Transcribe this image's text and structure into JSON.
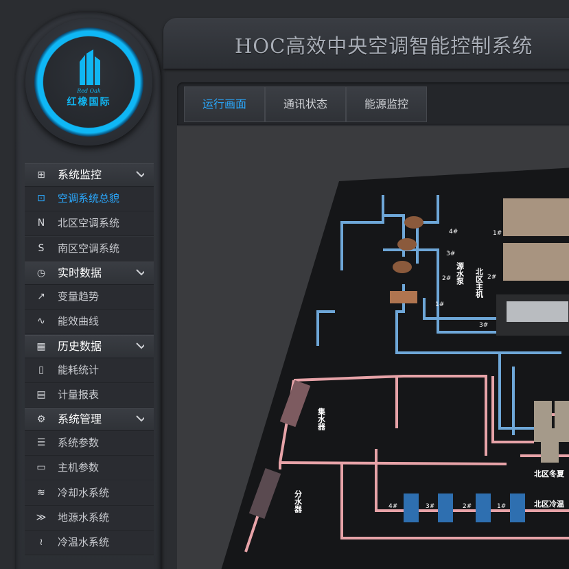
{
  "logo": {
    "en": "Red Oak",
    "cn": "红橡国际"
  },
  "header": {
    "title": "HOC高效中央空调智能控制系统"
  },
  "tabs": [
    {
      "label": "运行画面",
      "active": true
    },
    {
      "label": "通讯状态"
    },
    {
      "label": "能源监控"
    }
  ],
  "menu": [
    {
      "type": "group",
      "label": "系统监控",
      "icon": "monitor-icon"
    },
    {
      "type": "item",
      "label": "空调系统总貌",
      "icon": "overview-icon",
      "active": true
    },
    {
      "type": "item",
      "label": "北区空调系统",
      "icon": "n-letter-icon"
    },
    {
      "type": "item",
      "label": "南区空调系统",
      "icon": "s-letter-icon"
    },
    {
      "type": "group",
      "label": "实时数据",
      "icon": "clock-icon"
    },
    {
      "type": "item",
      "label": "变量趋势",
      "icon": "trend-icon"
    },
    {
      "type": "item",
      "label": "能效曲线",
      "icon": "curve-icon"
    },
    {
      "type": "group",
      "label": "历史数据",
      "icon": "calendar-icon"
    },
    {
      "type": "item",
      "label": "能耗统计",
      "icon": "document-icon"
    },
    {
      "type": "item",
      "label": "计量报表",
      "icon": "report-icon"
    },
    {
      "type": "group",
      "label": "系统管理",
      "icon": "gear-icon"
    },
    {
      "type": "item",
      "label": "系统参数",
      "icon": "params-icon"
    },
    {
      "type": "item",
      "label": "主机参数",
      "icon": "computer-icon"
    },
    {
      "type": "item",
      "label": "冷却水系统",
      "icon": "wave-icon"
    },
    {
      "type": "item",
      "label": "地源水系统",
      "icon": "flow-icon"
    },
    {
      "type": "item",
      "label": "冷温水系统",
      "icon": "heat-icon"
    }
  ],
  "diagram": {
    "source_pump_label": "源水泵",
    "north_host_label": "北区主机",
    "collector_label": "集水器",
    "divider_label": "分水器",
    "north_winter_label": "北区冬夏",
    "north_cold_label": "北区冷温",
    "source_pump_numbers": [
      "4#",
      "3#",
      "2#",
      "1#"
    ],
    "host_numbers": [
      "1#",
      "2#",
      "3#"
    ],
    "bottom_pump_numbers": [
      "4#",
      "3#",
      "2#",
      "1#"
    ]
  },
  "colors": {
    "accent": "#2aa9ff",
    "pipe_blue": "#6ea7d8",
    "pipe_pink": "#e7a3a8"
  }
}
